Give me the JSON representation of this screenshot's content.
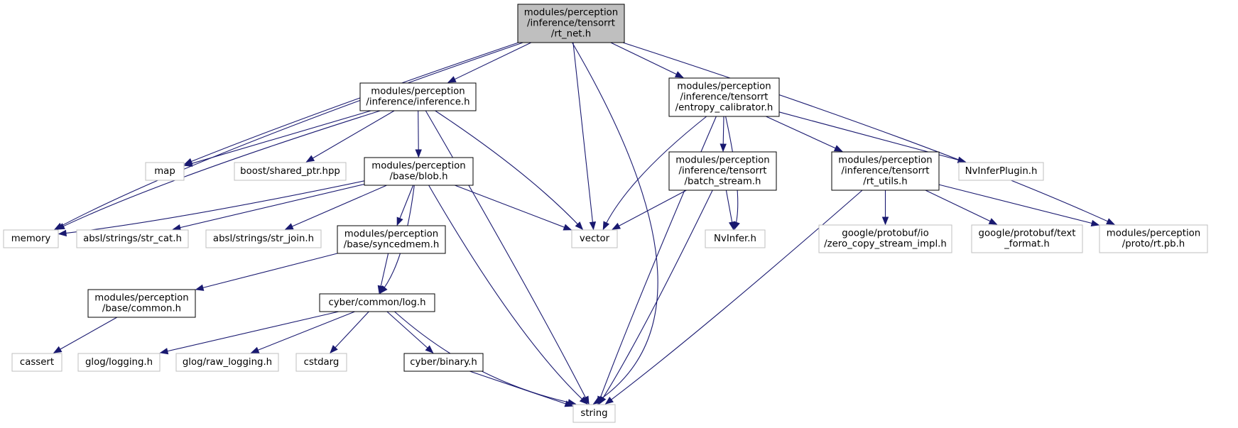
{
  "colors": {
    "edge": "#191970",
    "root_fill": "#bfbfbf",
    "documented_border": "#000000",
    "external_border": "#bfbfbf",
    "background": "#ffffff"
  },
  "nodes": {
    "rt_net": {
      "lines": [
        "modules/perception",
        "/inference/tensorrt",
        "/rt_net.h"
      ],
      "kind": "root"
    },
    "memory": {
      "lines": [
        "memory"
      ],
      "kind": "external"
    },
    "map": {
      "lines": [
        "map"
      ],
      "kind": "external"
    },
    "inference": {
      "lines": [
        "modules/perception",
        "/inference/inference.h"
      ],
      "kind": "documented"
    },
    "vector": {
      "lines": [
        "vector"
      ],
      "kind": "external"
    },
    "entropy": {
      "lines": [
        "modules/perception",
        "/inference/tensorrt",
        "/entropy_calibrator.h"
      ],
      "kind": "documented"
    },
    "proto": {
      "lines": [
        "modules/perception",
        "/proto/rt.pb.h"
      ],
      "kind": "external"
    },
    "string": {
      "lines": [
        "string"
      ],
      "kind": "external"
    },
    "shared_ptr": {
      "lines": [
        "boost/shared_ptr.hpp"
      ],
      "kind": "external"
    },
    "blob": {
      "lines": [
        "modules/perception",
        "/base/blob.h"
      ],
      "kind": "documented"
    },
    "str_cat": {
      "lines": [
        "absl/strings/str_cat.h"
      ],
      "kind": "external"
    },
    "str_join": {
      "lines": [
        "absl/strings/str_join.h"
      ],
      "kind": "external"
    },
    "syncedmem": {
      "lines": [
        "modules/perception",
        "/base/syncedmem.h"
      ],
      "kind": "documented"
    },
    "log": {
      "lines": [
        "cyber/common/log.h"
      ],
      "kind": "documented"
    },
    "common": {
      "lines": [
        "modules/perception",
        "/base/common.h"
      ],
      "kind": "documented"
    },
    "cassert": {
      "lines": [
        "cassert"
      ],
      "kind": "external"
    },
    "glog": {
      "lines": [
        "glog/logging.h"
      ],
      "kind": "external"
    },
    "raw_logging": {
      "lines": [
        "glog/raw_logging.h"
      ],
      "kind": "external"
    },
    "cstdarg": {
      "lines": [
        "cstdarg"
      ],
      "kind": "external"
    },
    "binary": {
      "lines": [
        "cyber/binary.h"
      ],
      "kind": "documented"
    },
    "batch_stream": {
      "lines": [
        "modules/perception",
        "/inference/tensorrt",
        "/batch_stream.h"
      ],
      "kind": "documented"
    },
    "nvinfer": {
      "lines": [
        "NvInfer.h"
      ],
      "kind": "external"
    },
    "rt_utils": {
      "lines": [
        "modules/perception",
        "/inference/tensorrt",
        "/rt_utils.h"
      ],
      "kind": "documented"
    },
    "nvinferplugin": {
      "lines": [
        "NvInferPlugin.h"
      ],
      "kind": "external"
    },
    "zero_copy": {
      "lines": [
        "google/protobuf/io",
        "/zero_copy_stream_impl.h"
      ],
      "kind": "external"
    },
    "text_format": {
      "lines": [
        "google/protobuf/text",
        "_format.h"
      ],
      "kind": "external"
    }
  },
  "edges": [
    [
      "rt_net",
      "memory"
    ],
    [
      "rt_net",
      "map"
    ],
    [
      "rt_net",
      "inference"
    ],
    [
      "rt_net",
      "vector"
    ],
    [
      "rt_net",
      "entropy"
    ],
    [
      "rt_net",
      "proto"
    ],
    [
      "rt_net",
      "string"
    ],
    [
      "inference",
      "map"
    ],
    [
      "inference",
      "memory"
    ],
    [
      "inference",
      "shared_ptr"
    ],
    [
      "inference",
      "blob"
    ],
    [
      "inference",
      "vector"
    ],
    [
      "inference",
      "string"
    ],
    [
      "blob",
      "memory"
    ],
    [
      "blob",
      "str_cat"
    ],
    [
      "blob",
      "str_join"
    ],
    [
      "blob",
      "syncedmem"
    ],
    [
      "blob",
      "vector"
    ],
    [
      "blob",
      "log"
    ],
    [
      "blob",
      "string"
    ],
    [
      "syncedmem",
      "common"
    ],
    [
      "syncedmem",
      "log"
    ],
    [
      "common",
      "cassert"
    ],
    [
      "log",
      "glog"
    ],
    [
      "log",
      "raw_logging"
    ],
    [
      "log",
      "cstdarg"
    ],
    [
      "log",
      "binary"
    ],
    [
      "log",
      "string"
    ],
    [
      "binary",
      "string"
    ],
    [
      "entropy",
      "vector"
    ],
    [
      "entropy",
      "string"
    ],
    [
      "entropy",
      "batch_stream"
    ],
    [
      "entropy",
      "nvinfer"
    ],
    [
      "entropy",
      "rt_utils"
    ],
    [
      "entropy",
      "nvinferplugin"
    ],
    [
      "batch_stream",
      "vector"
    ],
    [
      "batch_stream",
      "nvinfer"
    ],
    [
      "batch_stream",
      "string"
    ],
    [
      "rt_utils",
      "string"
    ],
    [
      "rt_utils",
      "zero_copy"
    ],
    [
      "rt_utils",
      "text_format"
    ],
    [
      "rt_utils",
      "proto"
    ]
  ]
}
